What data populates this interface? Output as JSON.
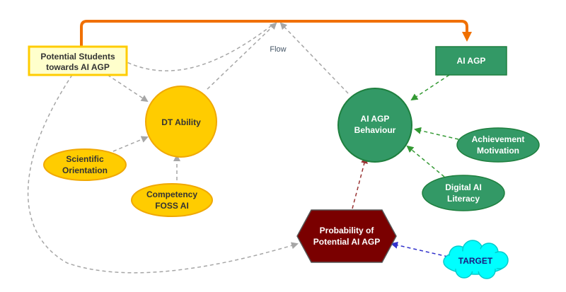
{
  "diagram": {
    "flow_label": "Flow",
    "nodes": {
      "potential_students": {
        "lines": [
          "Potential Students",
          "towards AI AGP"
        ]
      },
      "dt_ability": {
        "lines": [
          "DT Ability"
        ]
      },
      "scientific_orientation": {
        "lines": [
          "Scientific",
          "Orientation"
        ]
      },
      "competency_foss_ai": {
        "lines": [
          "Competency",
          "FOSS AI"
        ]
      },
      "ai_agp": {
        "lines": [
          "AI AGP"
        ]
      },
      "ai_agp_behaviour": {
        "lines": [
          "AI AGP",
          "Behaviour"
        ]
      },
      "achievement_motivation": {
        "lines": [
          "Achievement",
          "Motivation"
        ]
      },
      "digital_ai_literacy": {
        "lines": [
          "Digital AI",
          "Literacy"
        ]
      },
      "probability": {
        "lines": [
          "Probability of",
          "Potential AI AGP"
        ]
      },
      "target": {
        "lines": [
          "TARGET"
        ]
      }
    },
    "colors": {
      "gold_fill": "#ffcc00",
      "gold_stroke": "#f0a800",
      "cream_fill": "#ffffcc",
      "green_fill": "#339966",
      "green_stroke": "#1e7f3e",
      "green_arrow": "#339933",
      "maroon_fill": "#7a0000",
      "maroon_arrow": "#993333",
      "cyan_fill": "#00ffff",
      "blue_arrow": "#3333cc",
      "orange_arrow": "#f07000",
      "gray_arrow": "#a6a6a6",
      "flow_text": "#445566"
    }
  }
}
